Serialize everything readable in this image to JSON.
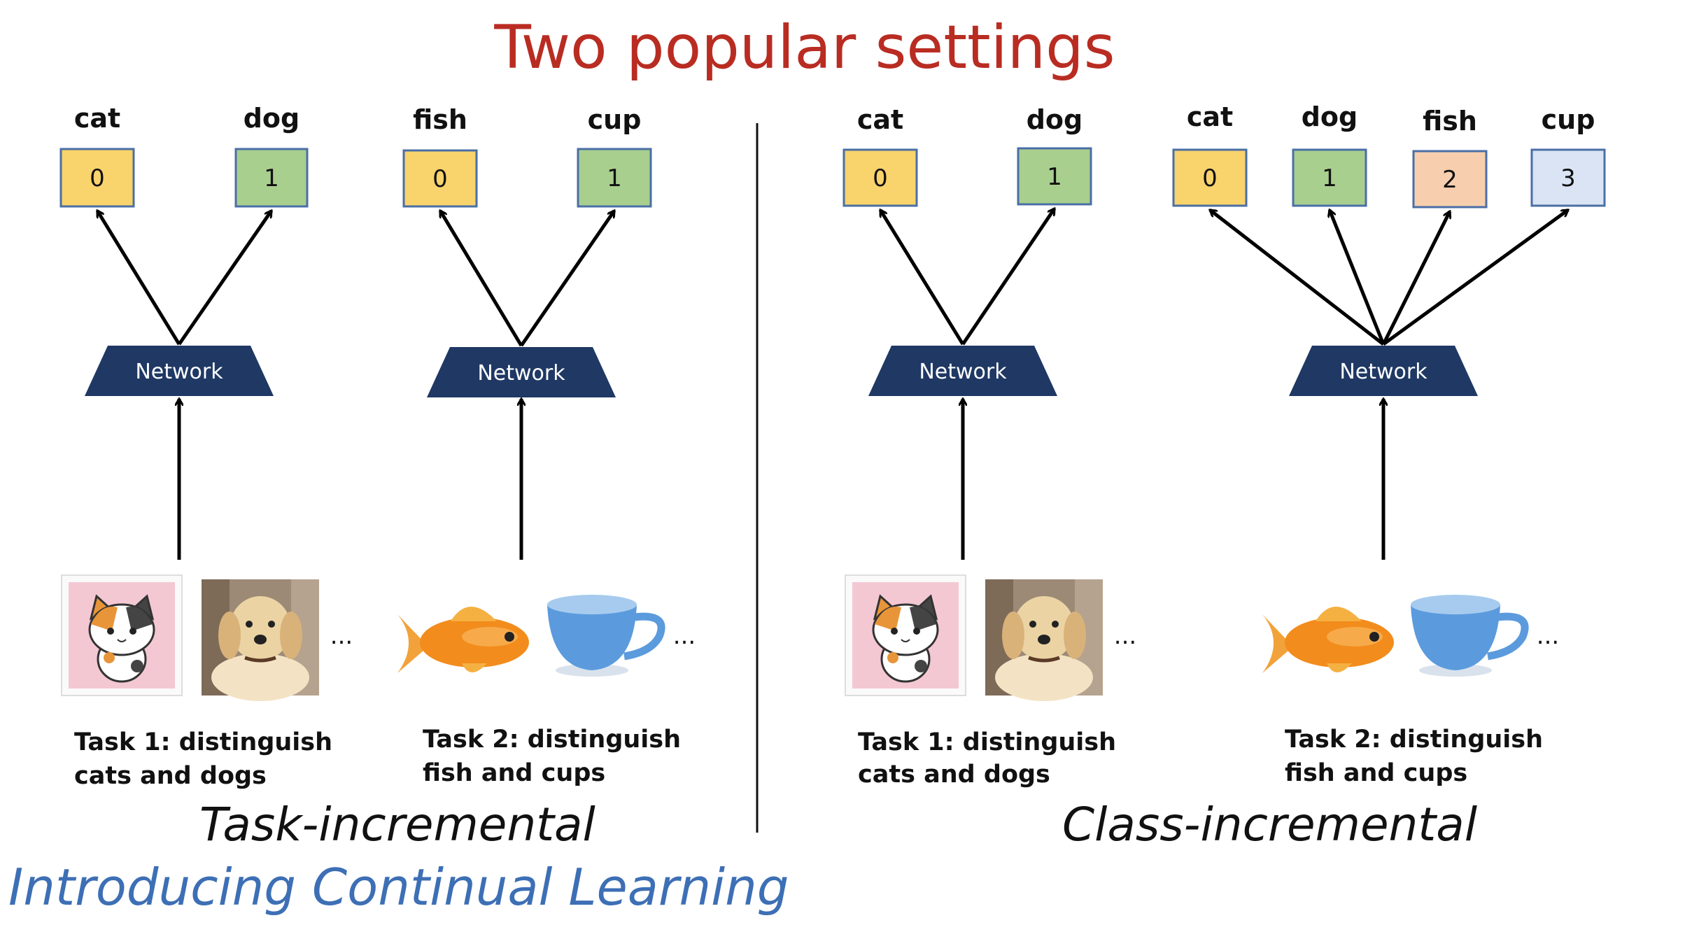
{
  "title": "Two popular settings",
  "footer": "Introducing Continual Learning",
  "colors": {
    "title": "#b92c22",
    "footer": "#3d6fb5",
    "network": "#1f3864",
    "yellow": "#f9d36b",
    "green": "#a9cf8f",
    "orange": "#f7cfae",
    "lightblue": "#dae4f4",
    "border": "#4a6fa5"
  },
  "ellipsis": "...",
  "network_label": "Network",
  "task_incremental": {
    "label": "Task-incremental",
    "groups": [
      {
        "outputs": [
          {
            "label": "cat",
            "value": "0",
            "color": "yellow"
          },
          {
            "label": "dog",
            "value": "1",
            "color": "green"
          }
        ],
        "images": [
          "cat-image",
          "dog-image"
        ],
        "caption": [
          "Task 1: distinguish",
          "cats and dogs"
        ]
      },
      {
        "outputs": [
          {
            "label": "fish",
            "value": "0",
            "color": "yellow"
          },
          {
            "label": "cup",
            "value": "1",
            "color": "green"
          }
        ],
        "images": [
          "fish-image",
          "cup-image"
        ],
        "caption": [
          "Task 2: distinguish",
          "fish and cups"
        ]
      }
    ]
  },
  "class_incremental": {
    "label": "Class-incremental",
    "groups": [
      {
        "outputs": [
          {
            "label": "cat",
            "value": "0",
            "color": "yellow"
          },
          {
            "label": "dog",
            "value": "1",
            "color": "green"
          }
        ],
        "images": [
          "cat-image",
          "dog-image"
        ],
        "caption": [
          "Task 1: distinguish",
          "cats and dogs"
        ]
      },
      {
        "outputs": [
          {
            "label": "cat",
            "value": "0",
            "color": "yellow"
          },
          {
            "label": "dog",
            "value": "1",
            "color": "green"
          },
          {
            "label": "fish",
            "value": "2",
            "color": "orange"
          },
          {
            "label": "cup",
            "value": "3",
            "color": "lightblue"
          }
        ],
        "images": [
          "fish-image",
          "cup-image"
        ],
        "caption": [
          "Task 2: distinguish",
          "fish and cups"
        ]
      }
    ]
  }
}
